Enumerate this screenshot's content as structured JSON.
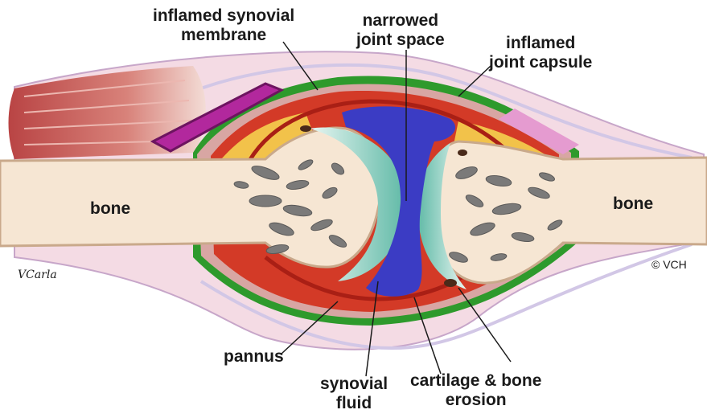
{
  "labels": {
    "synovial_membrane": [
      "inflamed synovial",
      "membrane"
    ],
    "joint_space": [
      "narrowed",
      "joint space"
    ],
    "joint_capsule": [
      "inflamed",
      "joint capsule"
    ],
    "bone_left": "bone",
    "bone_right": "bone",
    "pannus": "pannus",
    "synovial_fluid": [
      "synovial",
      "fluid"
    ],
    "erosion": [
      "cartilage & bone",
      "erosion"
    ]
  },
  "copyright": "VCH",
  "signature": "VCarla",
  "colors": {
    "bone": "#f6e6d3",
    "bone_edge": "#c9a98b",
    "marrow": "#7b7a79",
    "cartilage": "#7cc9b8",
    "fluid": "#3b3cc4",
    "synovium": "#d33a27",
    "capsule": "#2e9a2c",
    "fat": "#f2c24a",
    "skin": "#e9a7b6",
    "muscle": "#c95a5a",
    "tendon": "#b2289d"
  }
}
